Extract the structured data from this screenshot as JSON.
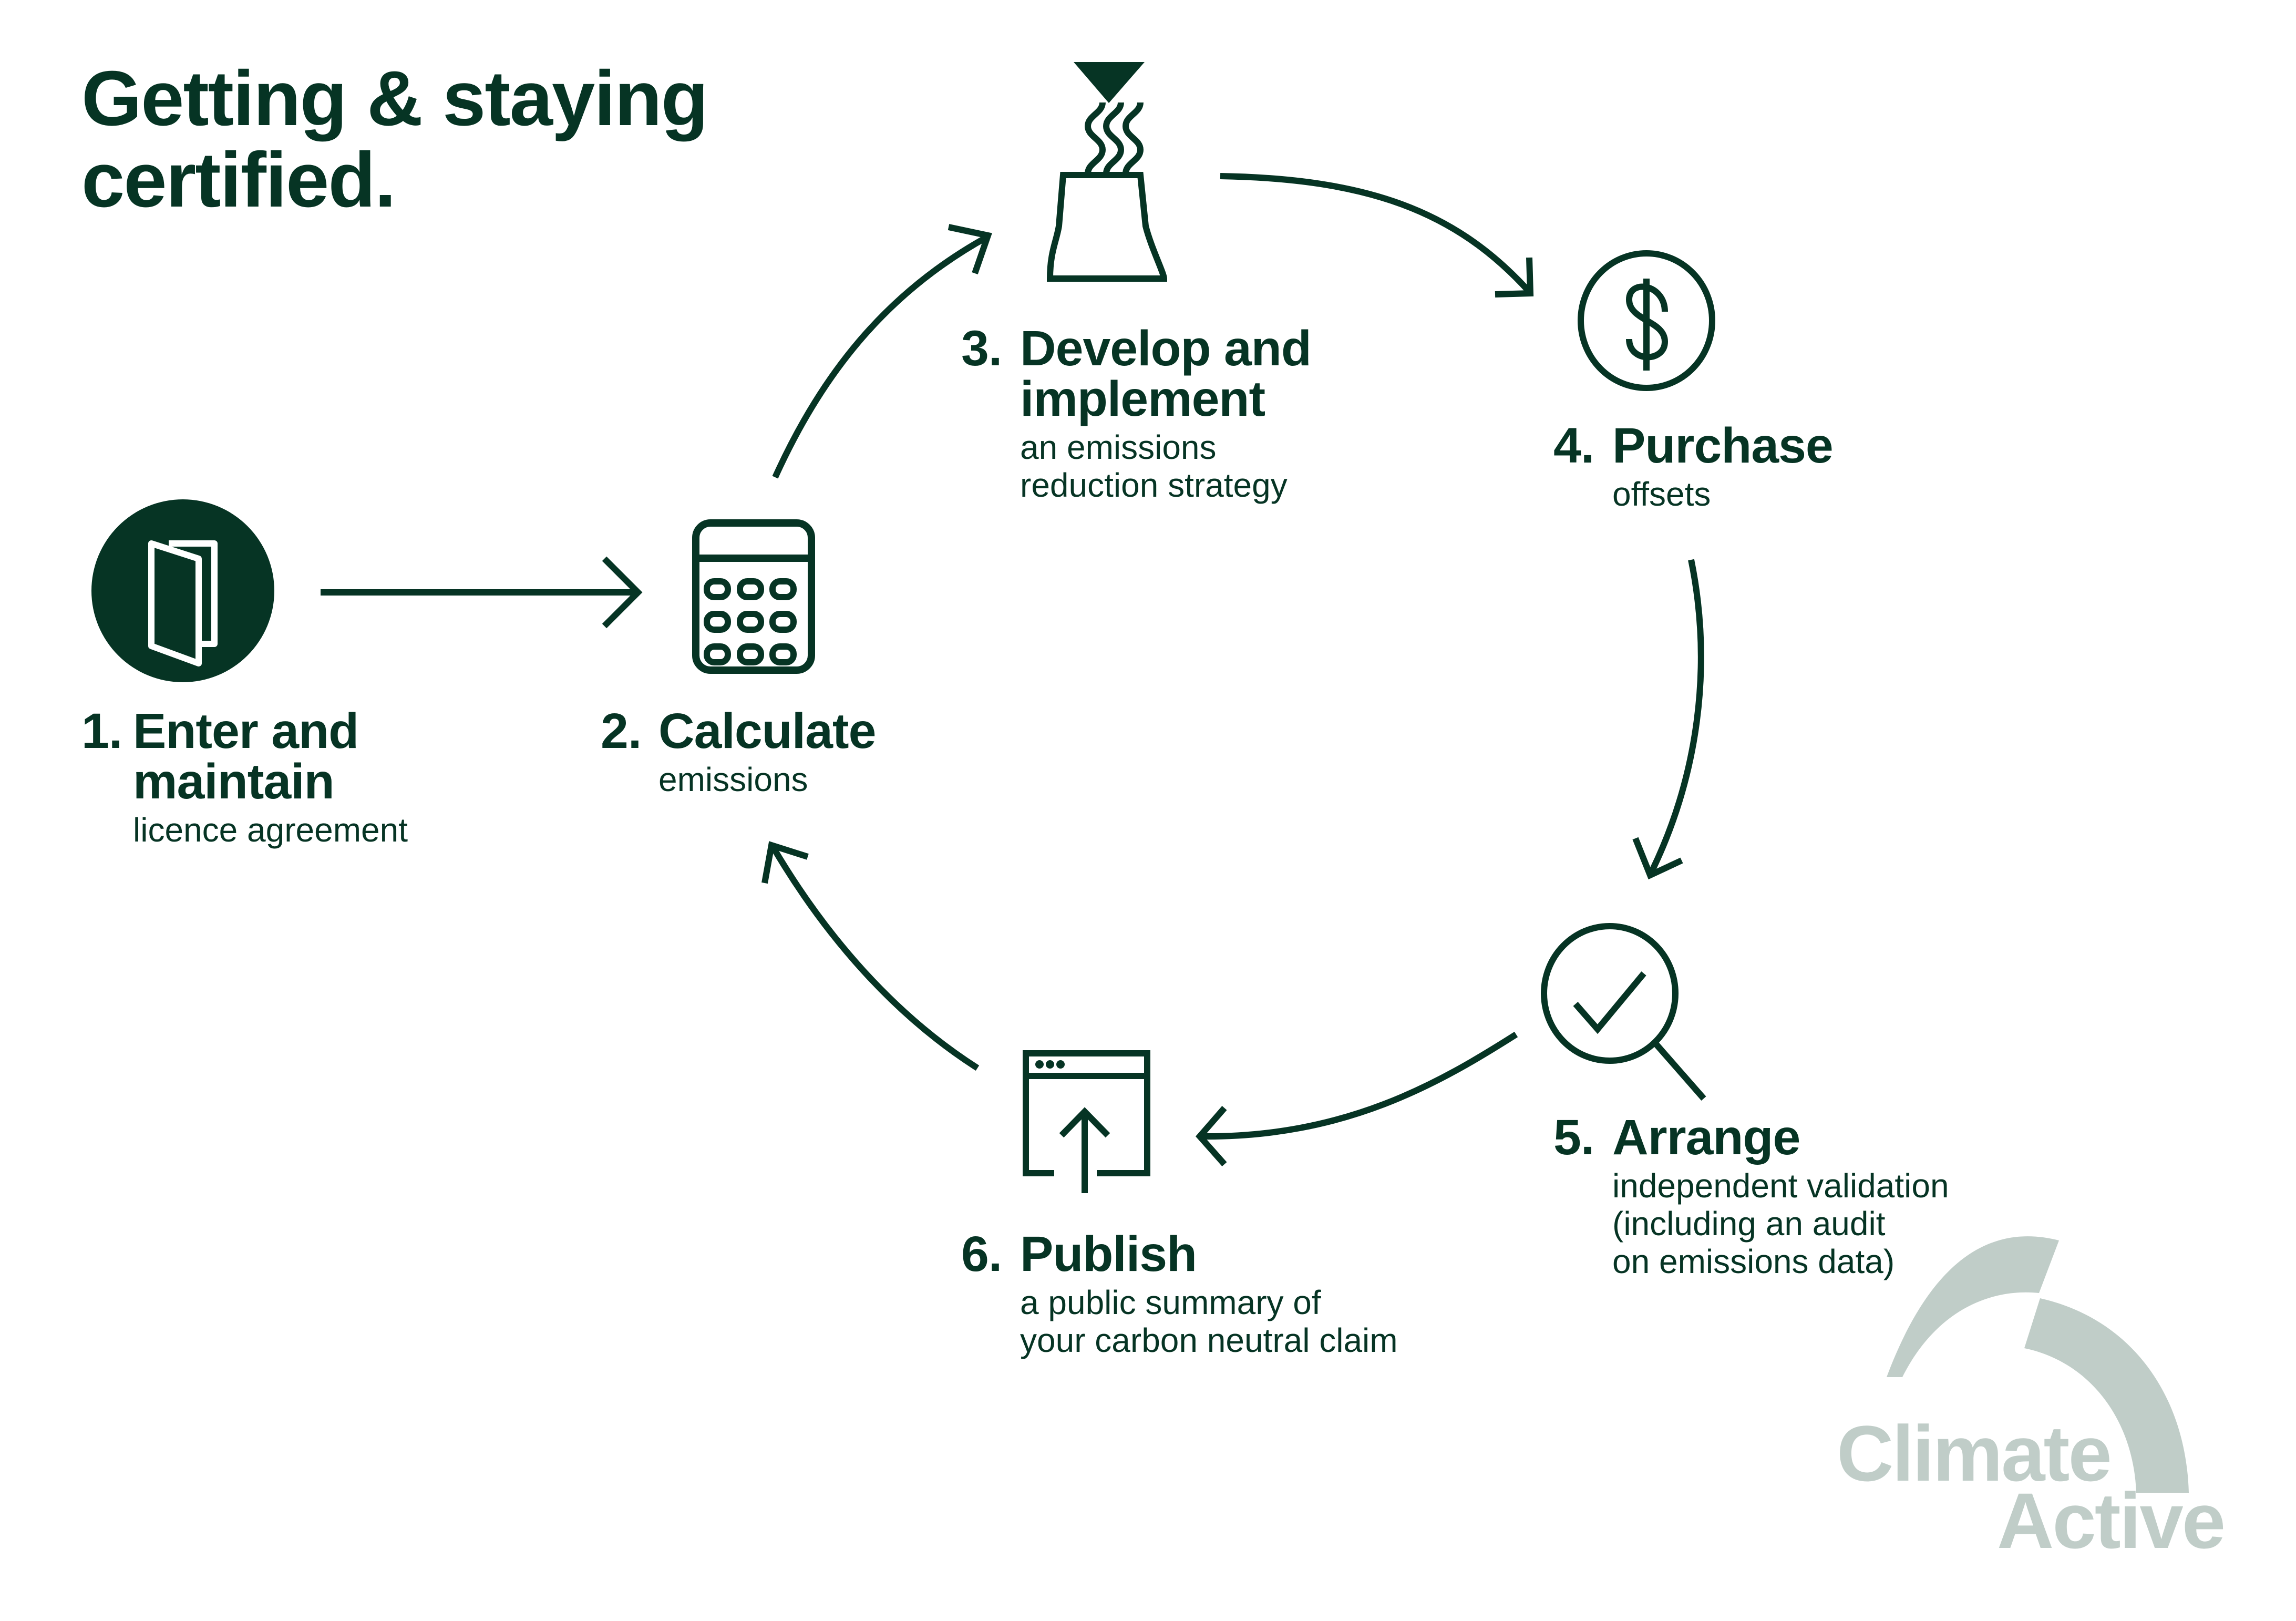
{
  "title": {
    "line1": "Getting & staying",
    "line2": "certified."
  },
  "colors": {
    "primary": "#063424",
    "logo": "#c0cdc8",
    "background": "#ffffff"
  },
  "steps": [
    {
      "number": "1.",
      "heading_line1": "Enter and",
      "heading_line2": "maintain",
      "sub_lines": [
        "licence agreement"
      ],
      "icon": "folded-document-icon"
    },
    {
      "number": "2.",
      "heading_line1": "Calculate",
      "heading_line2": "",
      "sub_lines": [
        "emissions"
      ],
      "icon": "calculator-icon"
    },
    {
      "number": "3.",
      "heading_line1": "Develop and",
      "heading_line2": "implement",
      "sub_lines": [
        "an emissions",
        "reduction strategy"
      ],
      "icon": "factory-reduction-icon"
    },
    {
      "number": "4.",
      "heading_line1": "Purchase",
      "heading_line2": "",
      "sub_lines": [
        "offsets"
      ],
      "icon": "dollar-coin-icon"
    },
    {
      "number": "5.",
      "heading_line1": "Arrange",
      "heading_line2": "",
      "sub_lines": [
        "independent validation",
        "(including an audit",
        "on emissions data)"
      ],
      "icon": "magnifier-check-icon"
    },
    {
      "number": "6.",
      "heading_line1": "Publish",
      "heading_line2": "",
      "sub_lines": [
        "a public summary of",
        "your carbon neutral claim"
      ],
      "icon": "browser-upload-icon"
    }
  ],
  "logo": {
    "line1": "Climate",
    "line2": "Active"
  }
}
